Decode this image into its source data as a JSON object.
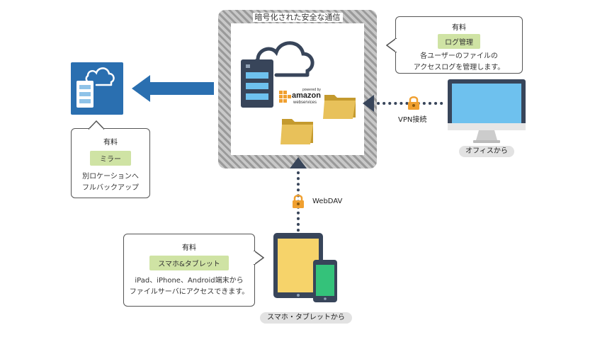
{
  "server": {
    "title": "暗号化された安全な通信",
    "aws_powered": "powered by",
    "aws_name": "amazon",
    "aws_sub": "webservices"
  },
  "log_callout": {
    "paid": "有料",
    "tag": "ログ管理",
    "desc_line1": "各ユーザーのファイルの",
    "desc_line2": "アクセスログを管理します。"
  },
  "mirror_callout": {
    "paid": "有料",
    "tag": "ミラー",
    "desc_line1": "別ロケーションへ",
    "desc_line2": "フルバックアップ"
  },
  "mobile_callout": {
    "paid": "有料",
    "tag": "スマホ&タブレット",
    "desc_line1": "iPad、iPhone、Android端末から",
    "desc_line2": "ファイルサーバにアクセスできます。"
  },
  "connections": {
    "vpn": "VPN接続",
    "webdav": "WebDAV"
  },
  "labels": {
    "office": "オフィスから",
    "mobile": "スマホ・タブレットから"
  },
  "colors": {
    "blue": "#2a6fb0",
    "tag_green": "#cfe3a4",
    "lock_orange": "#f0a030",
    "folder_yellow": "#e8c15a",
    "dark_navy": "#38455a",
    "screen_blue": "#6ec1ee"
  }
}
